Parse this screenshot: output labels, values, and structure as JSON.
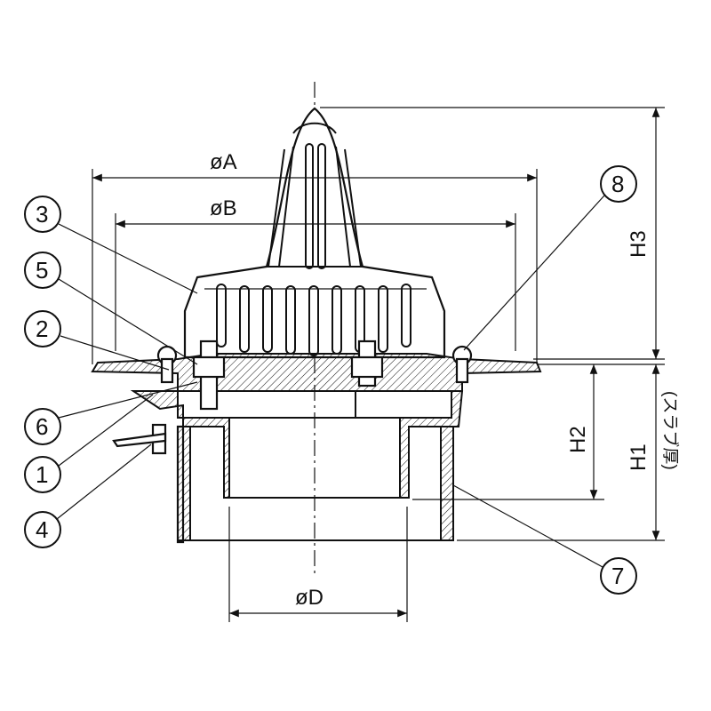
{
  "dimensions": {
    "phiA": "øA",
    "phiB": "øB",
    "phiD": "øD",
    "H1": "H1",
    "H2": "H2",
    "H3": "H3",
    "slab": "(スラブ厚)"
  },
  "callouts": [
    "1",
    "2",
    "3",
    "4",
    "5",
    "6",
    "7",
    "8"
  ]
}
